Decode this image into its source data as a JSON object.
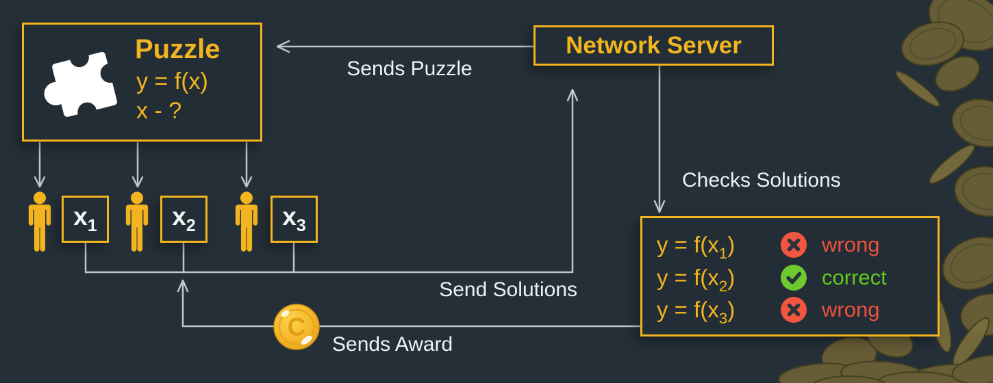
{
  "colors": {
    "background": "#252f37",
    "box_background": "#232d35",
    "accent_gold": "#f2b41f",
    "arrow_gray": "#bdc8ce",
    "label_white": "#eef2f4",
    "status_red": "#f0503c",
    "status_green": "#5ec91e",
    "cross_circle": "#f25540",
    "check_circle": "#6ec92d"
  },
  "puzzle_box": {
    "title": "Puzzle",
    "formula": "y = f(x)",
    "unknown": "x - ?",
    "icon": "puzzle-piece-icon"
  },
  "server_box": {
    "title": "Network Server"
  },
  "flow_labels": {
    "sends_puzzle": "Sends Puzzle",
    "send_solutions": "Send Solutions",
    "checks_solutions": "Checks Solutions",
    "sends_award": "Sends Award"
  },
  "miners": [
    {
      "label": "x",
      "sub": "1",
      "icon": "person-icon"
    },
    {
      "label": "x",
      "sub": "2",
      "icon": "person-icon"
    },
    {
      "label": "x",
      "sub": "3",
      "icon": "person-icon"
    }
  ],
  "solutions_box": {
    "rows": [
      {
        "formula_pre": "y = f(x",
        "sub": "1",
        "formula_post": ")",
        "status": "wrong",
        "icon": "cross-icon"
      },
      {
        "formula_pre": "y = f(x",
        "sub": "2",
        "formula_post": ")",
        "status": "correct",
        "icon": "check-icon"
      },
      {
        "formula_pre": "y = f(x",
        "sub": "3",
        "formula_post": ")",
        "status": "wrong",
        "icon": "cross-icon"
      }
    ]
  },
  "coin": {
    "letter": "C"
  }
}
